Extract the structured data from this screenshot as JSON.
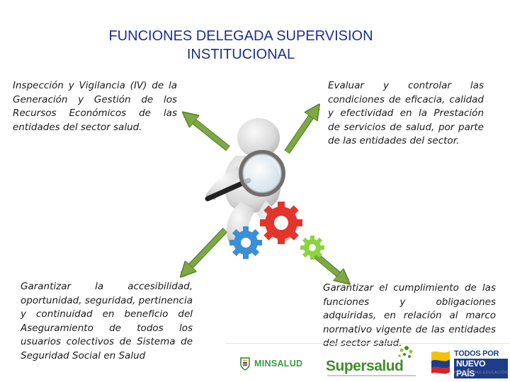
{
  "title": {
    "line1": "FUNCIONES DELEGADA SUPERVISION",
    "line2": "INSTITUCIONAL"
  },
  "blocks": {
    "top_left": "Inspección y Vigilancia (IV) de la Generación y Gestión de los Recursos Económicos de las entidades del sector salud.",
    "top_right": "Evaluar y controlar las condiciones de eficacia, calidad y efectividad en la Prestación de servicios de salud, por parte de las entidades del sector.",
    "bottom_left": "Garantizar la accesibilidad, oportunidad, seguridad, pertinencia y continuidad en beneficio del Aseguramiento de todos los usuarios colectivos de Sistema de Seguridad Social en Salud",
    "bottom_right": "Garantizar el cumplimiento de las funciones y obligaciones adquiridas, en relación al marco normativo vigente de las entidades del sector salud."
  },
  "colors": {
    "title": "#1c2f8c",
    "arrow_fill": "#7ea844",
    "arrow_stroke": "#4e7a24",
    "gear_blue": "#3a8fd6",
    "gear_red": "#e2352b",
    "gear_green": "#8cd43c"
  },
  "icons": {
    "figure": "person-with-magnifying-glass-illustration",
    "arrows": "green-arrow-icon"
  },
  "footer": {
    "minsalud": "MINSALUD",
    "supersalud": "Supersalud",
    "tpun_line1": "TODOS POR UN",
    "tpun_line2": "NUEVO PAÍS",
    "tpun_line3": "PAZ  EQUIDAD  EDUCACIÓN"
  }
}
